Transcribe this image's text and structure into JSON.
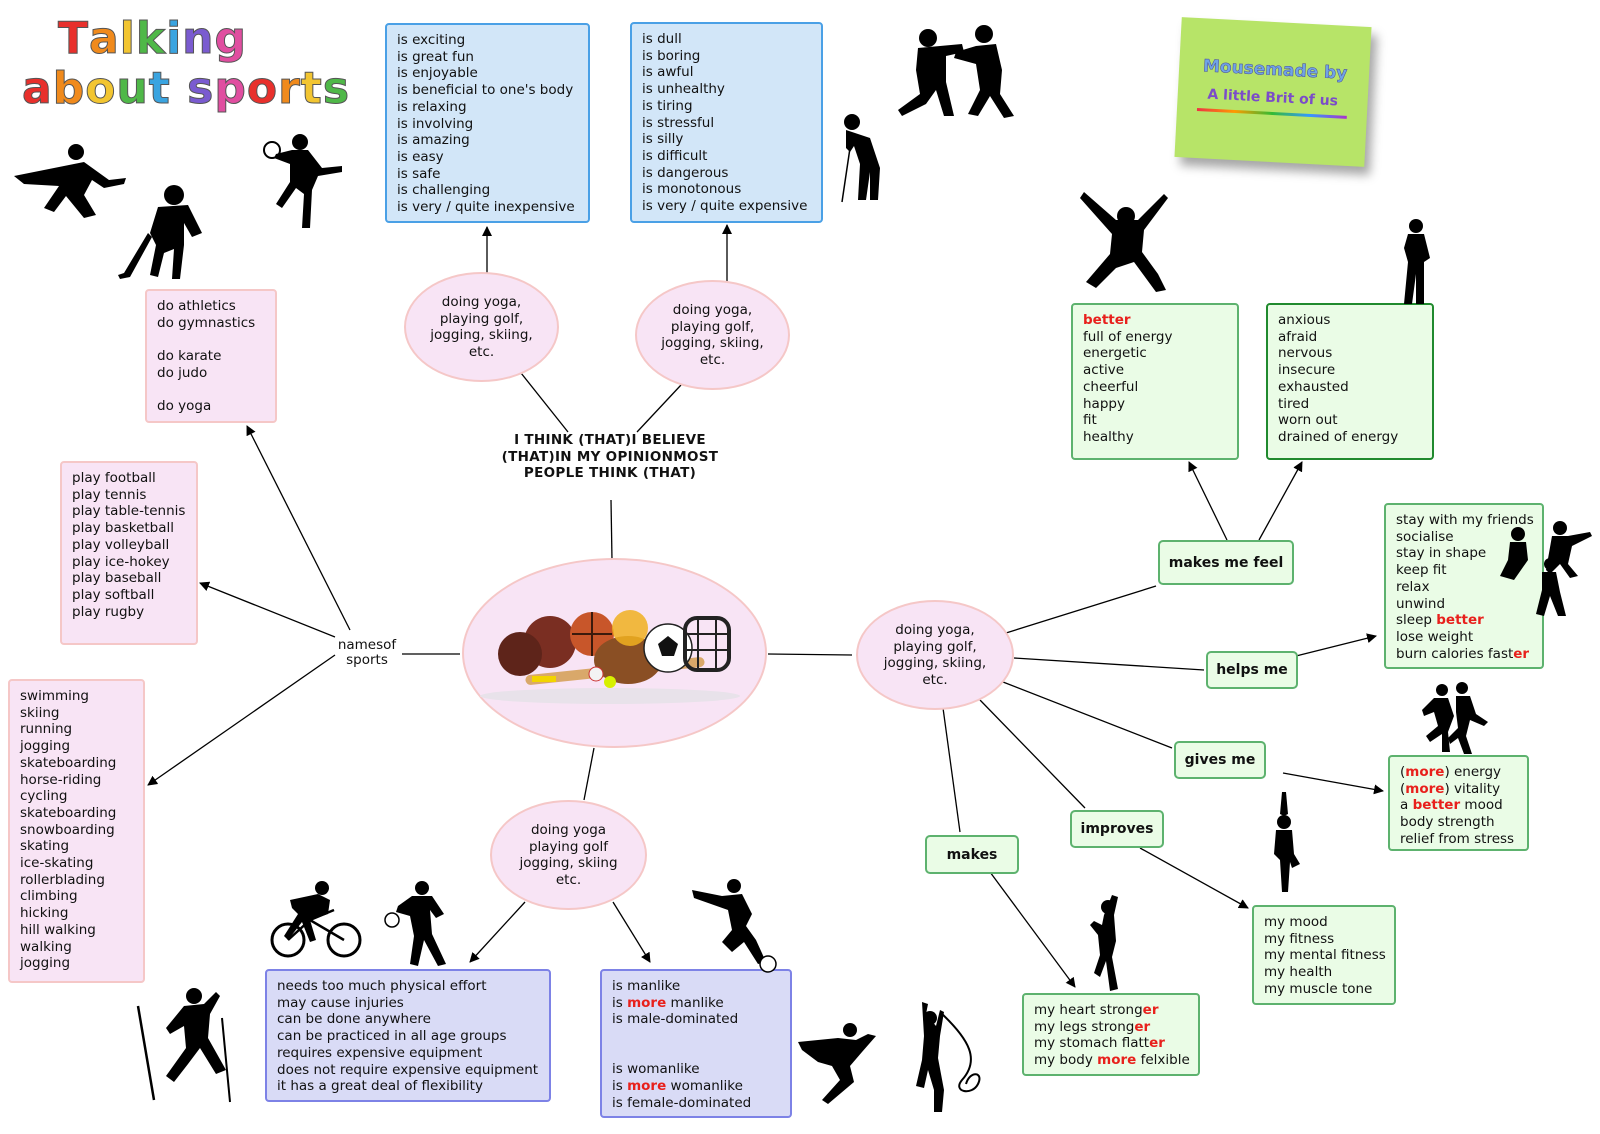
{
  "title": {
    "line1": "Talking",
    "line2": "about sports"
  },
  "note": {
    "line1": "Mousemade by",
    "line2": "A little Brit of us"
  },
  "title_colors": [
    "#e8302c",
    "#f08a1c",
    "#f2c531",
    "#4fb848",
    "#3aa4e0",
    "#7a5bd0",
    "#e04ea0"
  ],
  "center_phrase": [
    "I THINK (THAT)",
    "I BELIEVE (THAT)",
    "IN MY OPINION",
    "MOST PEOPLE THINK (THAT)"
  ],
  "names_label": [
    "names",
    "of sports"
  ],
  "ellipses": {
    "top_left": [
      "doing yoga,",
      "playing golf,",
      "jogging, skiing,",
      "etc."
    ],
    "top_right": [
      "doing yoga,",
      "playing golf,",
      "jogging, skiing,",
      "etc."
    ],
    "right": [
      "doing yoga,",
      "playing golf,",
      "jogging, skiing,",
      "etc."
    ],
    "bottom": [
      "doing yoga",
      "playing golf",
      "jogging, skiing",
      "etc."
    ]
  },
  "positive_adjectives": [
    "is exciting",
    "is great fun",
    "is enjoyable",
    "is beneficial to one's body",
    "is relaxing",
    "is involving",
    "is amazing",
    "is easy",
    "is safe",
    "is challenging",
    "is very / quite inexpensive"
  ],
  "negative_adjectives": [
    "is dull",
    "is boring",
    "is awful",
    "is unhealthy",
    "is tiring",
    "is stressful",
    "is silly",
    "is difficult",
    "is dangerous",
    "is monotonous",
    "is very / quite expensive"
  ],
  "do_sports": [
    "do athletics",
    "do gymnastics",
    "",
    "do karate",
    "do judo",
    "",
    "do yoga"
  ],
  "play_sports": [
    "play football",
    "play tennis",
    "play table-tennis",
    "play basketball",
    "play volleyball",
    "play ice-hokey",
    "play baseball",
    "play softball",
    "play rugby"
  ],
  "other_sports": [
    "swimming",
    "skiing",
    "running",
    "jogging",
    "skateboarding",
    "horse-riding",
    "cycling",
    "skateboarding",
    "snowboarding",
    "skating",
    "ice-skating",
    "rollerblading",
    "climbing",
    "hicking",
    "hill walking",
    "walking",
    "jogging"
  ],
  "effort_list": [
    "needs too much physical effort",
    "may cause injuries",
    "can be done anywhere",
    "can be practiced in all age groups",
    "requires expensive equipment",
    "does not require expensive equipment",
    "it has a great deal of flexibility"
  ],
  "gender_list": [
    [
      {
        "t": "is manlike"
      }
    ],
    [
      {
        "t": "is "
      },
      {
        "t": "more",
        "r": true
      },
      {
        "t": " manlike"
      }
    ],
    [
      {
        "t": "is male-dominated"
      }
    ],
    [
      {
        "t": ""
      }
    ],
    [
      {
        "t": ""
      }
    ],
    [
      {
        "t": "is womanlike"
      }
    ],
    [
      {
        "t": "is "
      },
      {
        "t": "more",
        "r": true
      },
      {
        "t": " womanlike"
      }
    ],
    [
      {
        "t": "is female-dominated"
      }
    ]
  ],
  "tags": {
    "makes_me_feel": "makes me feel",
    "helps_me": "helps me",
    "gives_me": "gives me",
    "improves": "improves",
    "makes": "makes"
  },
  "feel_good": [
    [
      {
        "t": "better",
        "r": true
      }
    ],
    [
      {
        "t": "full of energy"
      }
    ],
    [
      {
        "t": "energetic"
      }
    ],
    [
      {
        "t": "active"
      }
    ],
    [
      {
        "t": "cheerful"
      }
    ],
    [
      {
        "t": "happy"
      }
    ],
    [
      {
        "t": "fit"
      }
    ],
    [
      {
        "t": "healthy"
      }
    ]
  ],
  "feel_bad": [
    "anxious",
    "afraid",
    "nervous",
    "insecure",
    "exhausted",
    "tired",
    "worn out",
    "drained of energy"
  ],
  "helps_list": [
    [
      {
        "t": "stay with my friends"
      }
    ],
    [
      {
        "t": "socialise"
      }
    ],
    [
      {
        "t": "stay in shape"
      }
    ],
    [
      {
        "t": "keep fit"
      }
    ],
    [
      {
        "t": "relax"
      }
    ],
    [
      {
        "t": "unwind"
      }
    ],
    [
      {
        "t": "sleep "
      },
      {
        "t": "better",
        "r": true
      }
    ],
    [
      {
        "t": "lose weight"
      }
    ],
    [
      {
        "t": "burn calories fast"
      },
      {
        "t": "er",
        "r": true
      }
    ]
  ],
  "gives_list": [
    [
      {
        "t": "("
      },
      {
        "t": "more",
        "r": true
      },
      {
        "t": ") energy"
      }
    ],
    [
      {
        "t": "("
      },
      {
        "t": "more",
        "r": true
      },
      {
        "t": ") vitality"
      }
    ],
    [
      {
        "t": "a "
      },
      {
        "t": "better",
        "r": true
      },
      {
        "t": " mood"
      }
    ],
    [
      {
        "t": "body strength"
      }
    ],
    [
      {
        "t": "relief from stress"
      }
    ]
  ],
  "improves_list": [
    "my mood",
    "my fitness",
    "my mental fitness",
    "my health",
    "my muscle tone"
  ],
  "makes_list": [
    [
      {
        "t": "my heart strong"
      },
      {
        "t": "er",
        "r": true
      }
    ],
    [
      {
        "t": "my legs strong"
      },
      {
        "t": "er",
        "r": true
      }
    ],
    [
      {
        "t": "my stomach flatt"
      },
      {
        "t": "er",
        "r": true
      }
    ],
    [
      {
        "t": "my body "
      },
      {
        "t": "more",
        "r": true
      },
      {
        "t": " felxible"
      }
    ]
  ]
}
